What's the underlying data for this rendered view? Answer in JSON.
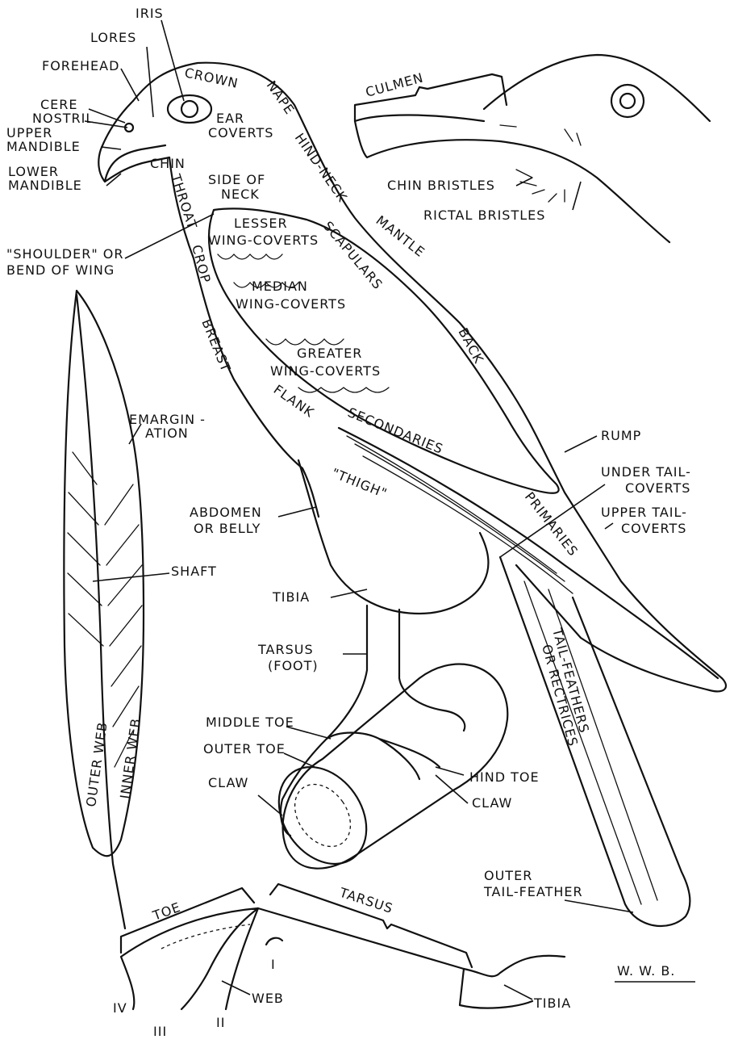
{
  "labels": {
    "iris": "IRIS",
    "lores": "LORES",
    "forehead": "FOREHEAD",
    "crown": "CROWN",
    "cere": "CERE",
    "nostril": "NOSTRIL",
    "upper_mandible_1": "UPPER",
    "upper_mandible_2": "MANDIBLE",
    "lower_mandible_1": "LOWER",
    "lower_mandible_2": "MANDIBLE",
    "ear_coverts_1": "EAR",
    "ear_coverts_2": "COVERTS",
    "chin": "CHIN",
    "nape": "NAPE",
    "hind_neck": "HIND-NECK",
    "mantle": "MANTLE",
    "side_of_neck_1": "SIDE OF",
    "side_of_neck_2": "NECK",
    "throat": "THROAT",
    "shoulder_1": "\"SHOULDER\" OR",
    "shoulder_2": "BEND OF WING",
    "lesser_1": "LESSER",
    "lesser_2": "WING-COVERTS",
    "scapulars": "SCAPULARS",
    "crop": "CROP",
    "median_1": "MEDIAN",
    "median_2": "WING-COVERTS",
    "breast": "BREAST",
    "greater_1": "GREATER",
    "greater_2": "WING-COVERTS",
    "back": "BACK",
    "flank": "FLANK",
    "secondaries": "SECONDARIES",
    "emargination_1": "EMARGIN -",
    "emargination_2": "ATION",
    "rump": "RUMP",
    "under_tail_1": "UNDER TAIL-",
    "under_tail_2": "COVERTS",
    "thigh": "\"THIGH\"",
    "abdomen_1": "ABDOMEN",
    "abdomen_2": "OR BELLY",
    "upper_tail_1": "UPPER TAIL-",
    "upper_tail_2": "COVERTS",
    "primaries": "PRIMARIES",
    "shaft": "SHAFT",
    "tibia": "TIBIA",
    "tarsus_1": "TARSUS",
    "tarsus_2": "(FOOT)",
    "tail_feathers": "TAIL-FEATHERS",
    "or_rectrices": "OR RECTRICES",
    "outer_web": "OUTER WEB",
    "inner_web": "INNER WEB",
    "middle_toe": "MIDDLE TOE",
    "outer_toe": "OUTER TOE",
    "hind_toe": "HIND TOE",
    "claw_left": "CLAW",
    "claw_right": "CLAW",
    "culmen": "CULMEN",
    "chin_bristles": "CHIN BRISTLES",
    "rictal_bristles": "RICTAL BRISTLES",
    "outer_tail_1": "OUTER",
    "outer_tail_2": "TAIL-FEATHER",
    "toe_bottom": "TOE",
    "tarsus_bottom": "TARSUS",
    "web": "WEB",
    "tibia_bottom": "TIBIA",
    "signature": "W. W. B.",
    "toe_i": "I",
    "toe_ii": "II",
    "toe_iii": "III",
    "toe_iv": "IV"
  }
}
